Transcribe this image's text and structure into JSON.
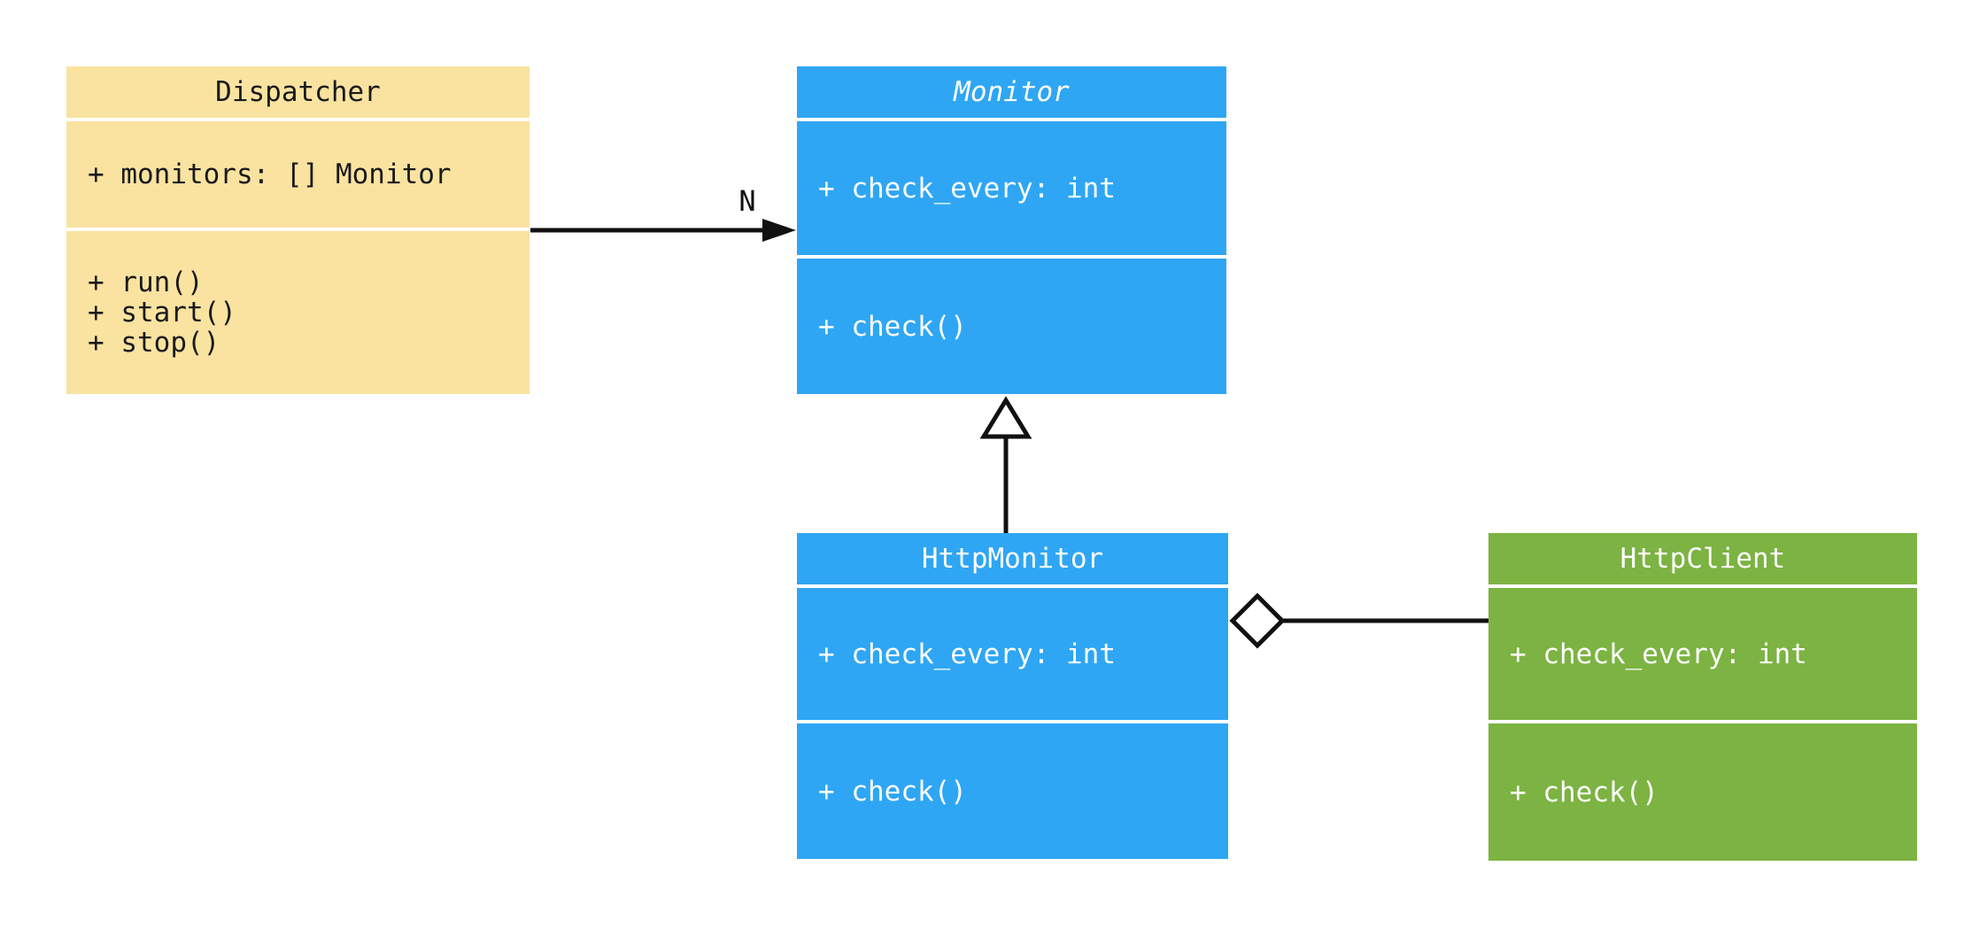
{
  "diagram": {
    "kind": "uml-class-diagram",
    "background": "#ffffff",
    "line_color": "#111111",
    "marker_fill": "#ffffff",
    "classes": [
      {
        "name": "Dispatcher",
        "abstract": false,
        "fill": "#FAE3A0",
        "text_color": "#1a1a1a",
        "attributes": [
          "+ monitors: [] Monitor"
        ],
        "methods": [
          "+ run()",
          "+ start()",
          "+ stop()"
        ]
      },
      {
        "name": "Monitor",
        "abstract": true,
        "fill": "#2FA6F4",
        "text_color": "#ffffff",
        "attributes": [
          "+ check_every: int"
        ],
        "methods": [
          "+ check()"
        ]
      },
      {
        "name": "HttpMonitor",
        "abstract": false,
        "fill": "#2FA6F4",
        "text_color": "#ffffff",
        "attributes": [
          "+ check_every: int"
        ],
        "methods": [
          "+ check()"
        ]
      },
      {
        "name": "HttpClient",
        "abstract": false,
        "fill": "#7CB342",
        "text_color": "#ffffff",
        "attributes": [
          "+ check_every: int"
        ],
        "methods": [
          "+ check()"
        ]
      }
    ],
    "relations": [
      {
        "type": "association",
        "from": "Dispatcher",
        "to": "Monitor",
        "label": "N",
        "marker": "filled-arrowhead"
      },
      {
        "type": "inheritance",
        "from": "HttpMonitor",
        "to": "Monitor",
        "label": "",
        "marker": "hollow-triangle"
      },
      {
        "type": "aggregation",
        "from": "HttpMonitor",
        "to": "HttpClient",
        "label": "",
        "marker": "hollow-diamond"
      }
    ]
  }
}
